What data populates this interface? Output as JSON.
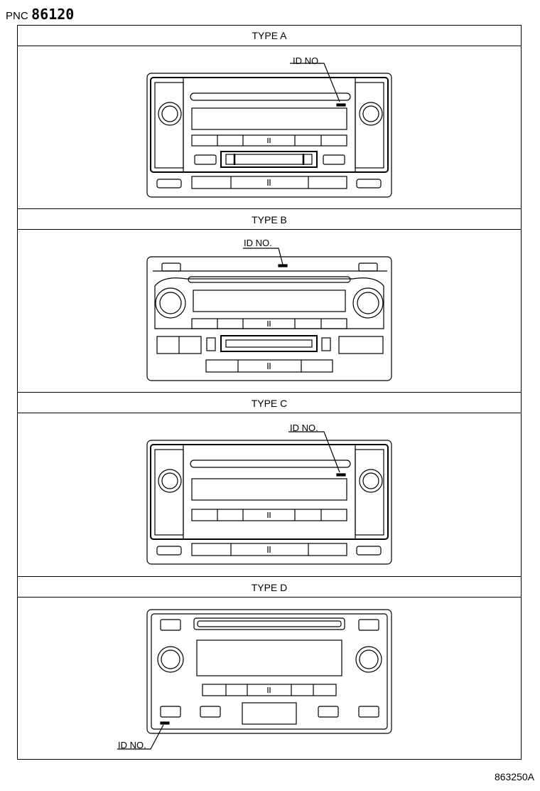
{
  "header": {
    "pnc_label": "PNC",
    "part_code": "86120"
  },
  "footer": {
    "drawing_id": "863250A"
  },
  "panels": [
    {
      "title": "TYPE A",
      "id_label": "ID NO."
    },
    {
      "title": "TYPE B",
      "id_label": "ID NO."
    },
    {
      "title": "TYPE C",
      "id_label": "ID NO."
    },
    {
      "title": "TYPE D",
      "id_label": "ID NO."
    }
  ]
}
